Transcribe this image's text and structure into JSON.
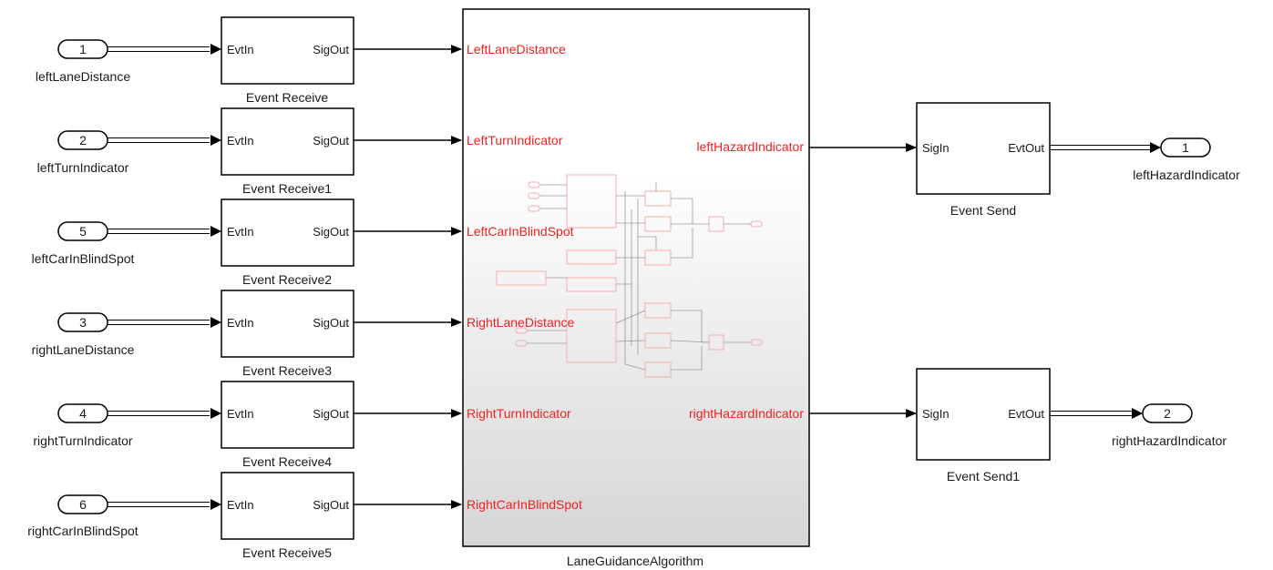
{
  "colors": {
    "line": "#000000",
    "signal_label": "#ee2222",
    "subsystem_gradient_top": "#ffffff",
    "subsystem_gradient_bottom": "#d6d6d6",
    "thumbnail": "#f2b0b0"
  },
  "inports": [
    {
      "number": "1",
      "name": "leftLaneDistance"
    },
    {
      "number": "2",
      "name": "leftTurnIndicator"
    },
    {
      "number": "5",
      "name": "leftCarInBlindSpot"
    },
    {
      "number": "3",
      "name": "rightLaneDistance"
    },
    {
      "number": "4",
      "name": "rightTurnIndicator"
    },
    {
      "number": "6",
      "name": "rightCarInBlindSpot"
    }
  ],
  "receive_blocks": [
    {
      "name": "Event Receive",
      "in_port": "EvtIn",
      "out_port": "SigOut"
    },
    {
      "name": "Event Receive1",
      "in_port": "EvtIn",
      "out_port": "SigOut"
    },
    {
      "name": "Event Receive2",
      "in_port": "EvtIn",
      "out_port": "SigOut"
    },
    {
      "name": "Event Receive3",
      "in_port": "EvtIn",
      "out_port": "SigOut"
    },
    {
      "name": "Event Receive4",
      "in_port": "EvtIn",
      "out_port": "SigOut"
    },
    {
      "name": "Event Receive5",
      "in_port": "EvtIn",
      "out_port": "SigOut"
    }
  ],
  "subsystem": {
    "name": "LaneGuidanceAlgorithm",
    "inputs": [
      "LeftLaneDistance",
      "LeftTurnIndicator",
      "LeftCarInBlindSpot",
      "RightLaneDistance",
      "RightTurnIndicator",
      "RightCarInBlindSpot"
    ],
    "outputs": [
      "leftHazardIndicator",
      "rightHazardIndicator"
    ]
  },
  "send_blocks": [
    {
      "name": "Event Send",
      "in_port": "SigIn",
      "out_port": "EvtOut"
    },
    {
      "name": "Event Send1",
      "in_port": "SigIn",
      "out_port": "EvtOut"
    }
  ],
  "outports": [
    {
      "number": "1",
      "name": "leftHazardIndicator"
    },
    {
      "number": "2",
      "name": "rightHazardIndicator"
    }
  ]
}
